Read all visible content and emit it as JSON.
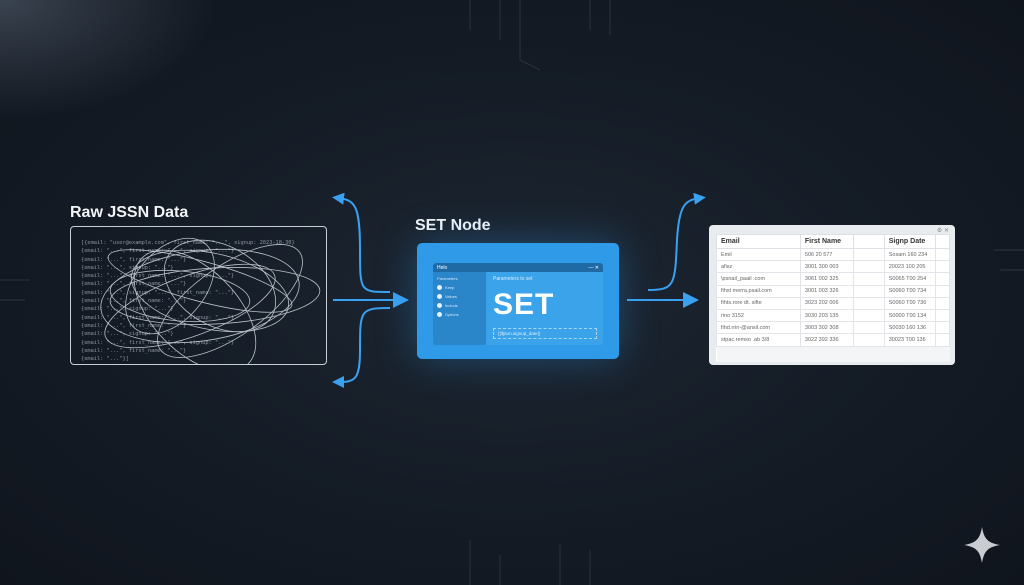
{
  "raw": {
    "title": "Raw JSSN Data",
    "lines": [
      "[{email: \"user@example.com\", first_name: \"...\", signup: 2023-10-30}",
      "{email: \"...\", first_name: \"...\", signup: \"...\"}",
      "{email: \"...\", first_name: \"...\"}",
      "{email: \"...\", signup: \"...\"}",
      "{email: \"...\", first_name: \"...\", signup: \"...\"}",
      "{email: \"...\", first_name: \"...\"}",
      "{email: \"...\", signup: \"...\", first_name: \"...\"}",
      "{email: \"...\", first_name: \"...\"}",
      "{email: \"...\", signup: \"...\"}",
      "{email: \"...\", first_name: \"...\", signup: \"...\"}",
      "{email: \"...\", first_name: \"...\"}",
      "{email: \"...\", signup: \"...\"}",
      "{email: \"...\", first_name: \"...\", signup: \"...\"}",
      "{email: \"...\", first_name: \"...\"}",
      "{email: \"...\"}]"
    ]
  },
  "set_node": {
    "title": "SET Node",
    "window_title": "Helo",
    "sidebar_heading": "Parameters",
    "sidebar_items": [
      "Keep",
      "Values",
      "Include",
      "Options"
    ],
    "main_heading": "Parameters to set",
    "big_label": "SET",
    "input_text": "{{$json.signup_date}}"
  },
  "table": {
    "controls": "⚙ ✕",
    "headers": [
      "Email",
      "First Name",
      "",
      "Signp Date",
      ""
    ],
    "rows": [
      [
        "Emil",
        "506 20 577",
        "",
        "Sosam 160 234",
        ""
      ],
      [
        "afisz",
        "3001 300 003",
        "",
        "20023 100 205",
        ""
      ],
      [
        "\\psnail_paail .com",
        "3061 002 325",
        "",
        "S0065 T00 254",
        ""
      ],
      [
        "fihst merra.psail.com",
        "3001 003 326",
        "",
        "S0060 T00 734",
        ""
      ],
      [
        "fihts.rore dt. sifte",
        "3023 202 006",
        "",
        "S0060 T00 736",
        ""
      ],
      [
        "rino 3152",
        "3030 203 135",
        "",
        "S0000 T00 134",
        ""
      ],
      [
        "fihd.rrin-@ansil.com",
        "3003 302 308",
        "",
        "S0030 160 136",
        ""
      ],
      [
        "stpac.remso .ab 3/8",
        "3022 392 336",
        "",
        "30023 T00 136",
        ""
      ]
    ]
  },
  "colors": {
    "accent": "#2f9be8",
    "arrow": "#3aa0f0",
    "background": "#141b25"
  }
}
